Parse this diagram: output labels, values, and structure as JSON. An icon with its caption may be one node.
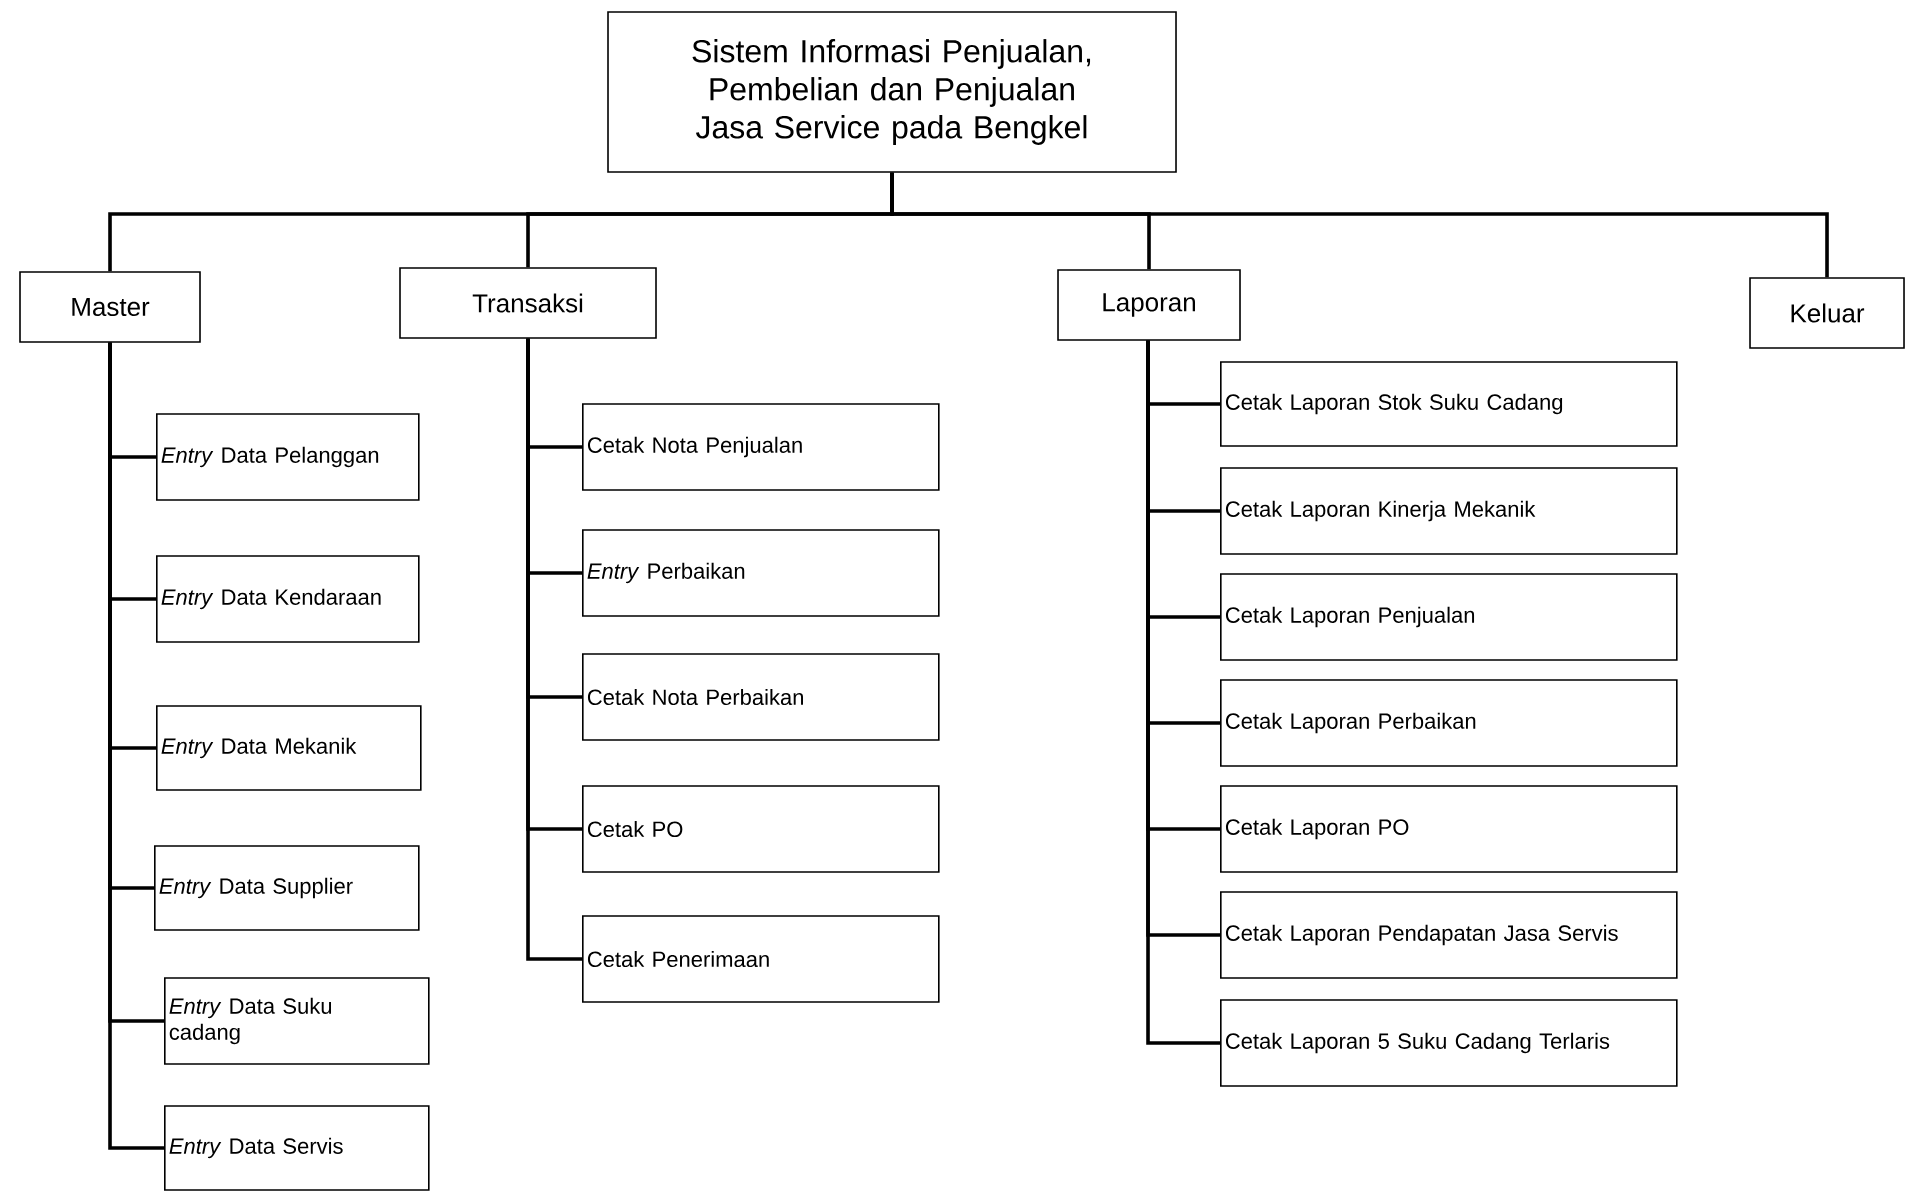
{
  "diagram": {
    "nodes": [
      {
        "text": [
          "Sistem Informasi Penjualan, Pembelian dan Penjualan Jasa Service pada Bengkel"
        ]
      },
      {
        "text": [
          "Master"
        ]
      },
      {
        "text": [
          "Transaksi"
        ]
      },
      {
        "text": [
          "Laporan"
        ]
      },
      {
        "text": [
          "Keluar"
        ]
      },
      {
        "text": [
          "*Entry* Data Pelanggan"
        ]
      },
      {
        "text": [
          "*Entry* Data Kendaraan"
        ]
      },
      {
        "text": [
          "*Entry* Data Mekanik"
        ]
      },
      {
        "text": [
          "*Entry* Data Supplier"
        ]
      },
      {
        "text": [
          "*Entry* Data Suku cadang"
        ]
      },
      {
        "text": [
          "*Entry* Data Servis"
        ]
      },
      {
        "text": [
          "Cetak Nota Penjualan"
        ]
      },
      {
        "text": [
          "*Entry* Perbaikan"
        ]
      },
      {
        "text": [
          "Cetak Nota Perbaikan"
        ]
      },
      {
        "text": [
          "Cetak PO"
        ]
      },
      {
        "text": [
          "Cetak Penerimaan"
        ]
      },
      {
        "text": [
          "Cetak Laporan Stok Suku Cadang"
        ]
      },
      {
        "text": [
          "Cetak Laporan Kinerja Mekanik"
        ]
      },
      {
        "text": [
          "Cetak Laporan Penjualan"
        ]
      },
      {
        "text": [
          "Cetak Laporan Perbaikan"
        ]
      },
      {
        "text": [
          "Cetak Laporan PO"
        ]
      },
      {
        "text": [
          "Cetak Laporan Pendapatan Jasa Servis"
        ]
      },
      {
        "text": [
          "Cetak Laporan 5 Suku Cadang Terlaris"
        ]
      }
    ],
    "edges": [
      {
        "from": 0,
        "to": 1,
        "arrow": "none"
      },
      {
        "from": 0,
        "to": 2,
        "arrow": "none"
      },
      {
        "from": 0,
        "to": 3,
        "arrow": "none"
      },
      {
        "from": 0,
        "to": 4,
        "arrow": "none"
      },
      {
        "from": 1,
        "to": 5,
        "arrow": "none"
      },
      {
        "from": 1,
        "to": 6,
        "arrow": "none"
      },
      {
        "from": 1,
        "to": 7,
        "arrow": "none"
      },
      {
        "from": 1,
        "to": 8,
        "arrow": "none"
      },
      {
        "from": 1,
        "to": 9,
        "arrow": "none"
      },
      {
        "from": 1,
        "to": 10,
        "arrow": "none"
      },
      {
        "from": 2,
        "to": 11,
        "arrow": "none"
      },
      {
        "from": 2,
        "to": 12,
        "arrow": "none"
      },
      {
        "from": 2,
        "to": 13,
        "arrow": "none"
      },
      {
        "from": 2,
        "to": 14,
        "arrow": "none"
      },
      {
        "from": 2,
        "to": 15,
        "arrow": "none"
      },
      {
        "from": 3,
        "to": 16,
        "arrow": "none"
      },
      {
        "from": 3,
        "to": 17,
        "arrow": "none"
      },
      {
        "from": 3,
        "to": 18,
        "arrow": "none"
      },
      {
        "from": 3,
        "to": 19,
        "arrow": "none"
      },
      {
        "from": 3,
        "to": 20,
        "arrow": "none"
      },
      {
        "from": 3,
        "to": 21,
        "arrow": "none"
      },
      {
        "from": 3,
        "to": 22,
        "arrow": "none"
      }
    ]
  }
}
